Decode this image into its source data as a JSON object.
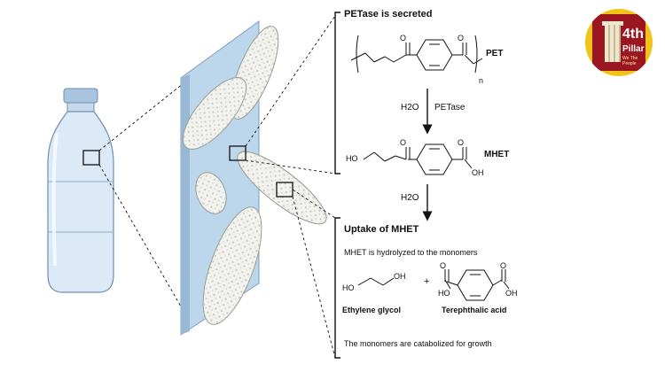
{
  "texts": {
    "petase_secreted": "PETase is secreted",
    "pet": "PET",
    "n": "n",
    "h2o_1": "H2O",
    "petase": "PETase",
    "mhet": "MHET",
    "h2o_2": "H2O",
    "uptake": "Uptake of MHET",
    "hydrolyzed": "MHET is hydrolyzed to the monomers",
    "plus": "+",
    "ethylene_glycol": "Ethylene glycol",
    "terephthalic_acid": "Terephthalic acid",
    "catabolized": "The monomers are catabolized for growth"
  },
  "atoms": {
    "O": "O",
    "HO": "HO",
    "OH": "OH"
  },
  "logo": {
    "line1": "4th",
    "line2": "Pillar",
    "line3": "We The People"
  },
  "colors": {
    "bottle": "#dce9f6",
    "cap": "#a8c4de",
    "membrane": "#bcd6ec",
    "bacteria": "#f2f2ee",
    "logo_outer": "#f3c21a",
    "logo_inner": "#9a1620"
  }
}
